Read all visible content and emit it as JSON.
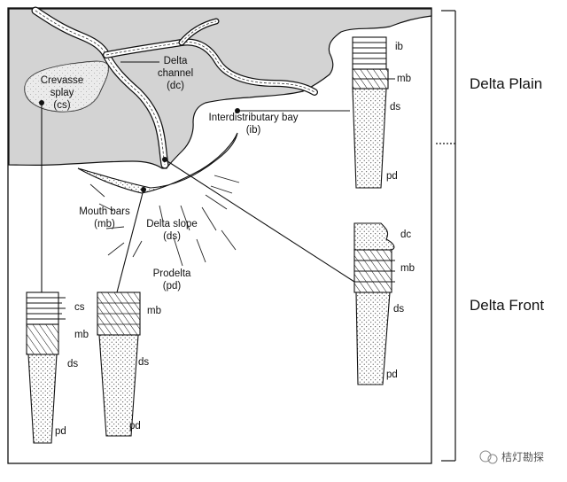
{
  "labels": {
    "crevasse_splay": [
      "Crevasse",
      "splay",
      "(cs)"
    ],
    "delta_channel": [
      "Delta",
      "channel",
      "(dc)"
    ],
    "interdistributary_bay": [
      "Interdistributary bay",
      "(ib)"
    ],
    "mouth_bars": [
      "Mouth bars",
      "(mb)"
    ],
    "delta_slope": [
      "Delta slope",
      "(ds)"
    ],
    "prodelta": [
      "Prodelta",
      "(pd)"
    ]
  },
  "zones": {
    "delta_plain": "Delta Plain",
    "delta_front": "Delta Front"
  },
  "columns": {
    "crevasse": {
      "layers": [
        "cs",
        "mb",
        "ds",
        "pd"
      ]
    },
    "mouth_bar": {
      "layers": [
        "mb",
        "ds",
        "pd"
      ]
    },
    "bay": {
      "layers": [
        "ib",
        "mb",
        "ds",
        "pd"
      ]
    },
    "channel": {
      "layers": [
        "dc",
        "mb",
        "ds",
        "pd"
      ]
    }
  },
  "watermark": "桔灯勘探"
}
